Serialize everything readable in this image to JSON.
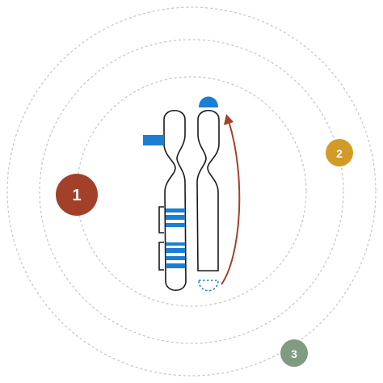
{
  "colors": {
    "ring": "#c8c8c8",
    "chromosome_stroke": "#1a1a1a",
    "band_blue": "#1a7fd4",
    "arrow": "#a3402a",
    "badge_1": "#a3402a",
    "badge_2": "#d49a27",
    "badge_3": "#7f9b82"
  },
  "badges": [
    {
      "label": "1"
    },
    {
      "label": "2"
    },
    {
      "label": "3"
    }
  ],
  "icons": [
    "chromosome",
    "curved-arrow",
    "bracket"
  ]
}
